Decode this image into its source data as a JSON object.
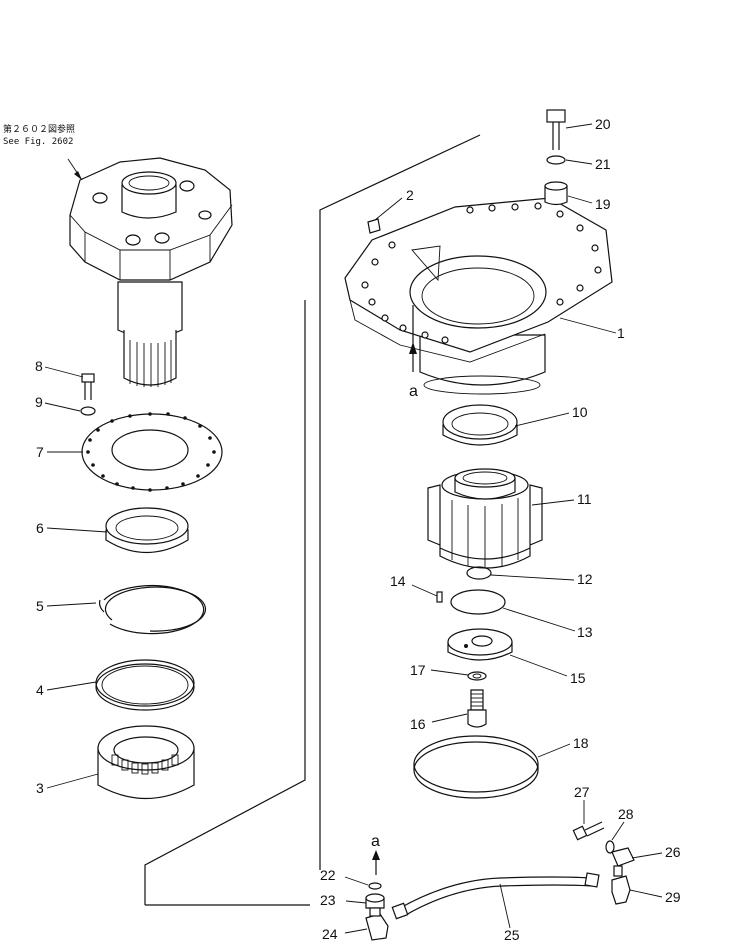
{
  "reference_note": {
    "japanese": "第２６０２図参照",
    "english": "See Fig. 2602"
  },
  "view_marker": "a",
  "parts": [
    {
      "number": "1"
    },
    {
      "number": "2"
    },
    {
      "number": "3"
    },
    {
      "number": "4"
    },
    {
      "number": "5"
    },
    {
      "number": "6"
    },
    {
      "number": "7"
    },
    {
      "number": "8"
    },
    {
      "number": "9"
    },
    {
      "number": "10"
    },
    {
      "number": "11"
    },
    {
      "number": "12"
    },
    {
      "number": "13"
    },
    {
      "number": "14"
    },
    {
      "number": "15"
    },
    {
      "number": "16"
    },
    {
      "number": "17"
    },
    {
      "number": "18"
    },
    {
      "number": "19"
    },
    {
      "number": "20"
    },
    {
      "number": "21"
    },
    {
      "number": "22"
    },
    {
      "number": "23"
    },
    {
      "number": "24"
    },
    {
      "number": "25"
    },
    {
      "number": "26"
    },
    {
      "number": "27"
    },
    {
      "number": "28"
    },
    {
      "number": "29"
    }
  ]
}
